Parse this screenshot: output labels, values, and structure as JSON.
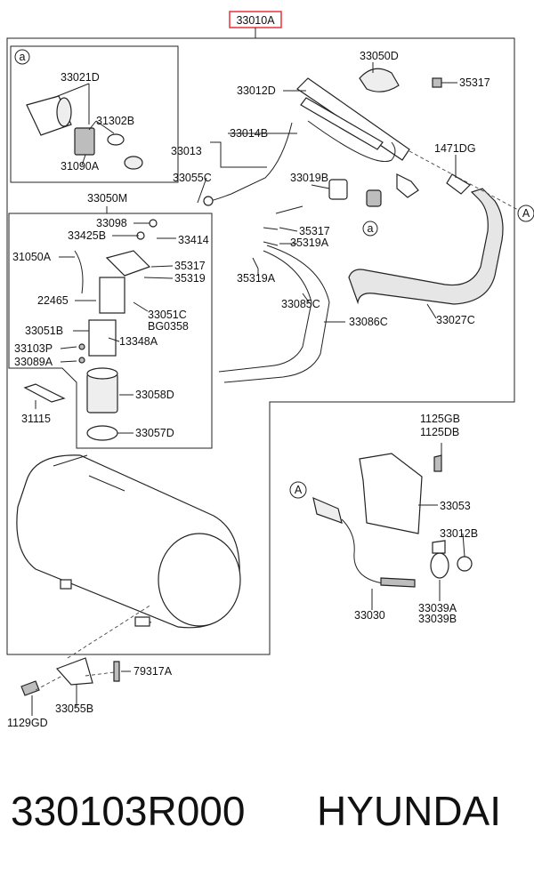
{
  "diagram": {
    "main_part_label": "33010A",
    "highlight_color": "#e8323a",
    "inset_marker": "a",
    "connector_marker": "A",
    "labels": {
      "l33021D": "33021D",
      "l31302B": "31302B",
      "l31090A": "31090A",
      "l33050D": "33050D",
      "l35317a": "35317",
      "l33012D": "33012D",
      "l33013": "33013",
      "l33014B": "33014B",
      "l1471DG": "1471DG",
      "l33055C": "33055C",
      "l33019B": "33019B",
      "l33050M": "33050M",
      "l33098": "33098",
      "l33425B": "33425B",
      "l33414": "33414",
      "l35317b": "35317",
      "l35319Aa": "35319A",
      "l31050A": "31050A",
      "l35317c": "35317",
      "l35319": "35319",
      "l35319Ab": "35319A",
      "l22465": "22465",
      "l33051C": "33051C",
      "lBG0358": "BG0358",
      "l33085C": "33085C",
      "l33086C": "33086C",
      "l33027C": "33027C",
      "l33051B": "33051B",
      "l13348A": "13348A",
      "l33103P": "33103P",
      "l33089A": "33089A",
      "l33058D": "33058D",
      "l31115": "31115",
      "l33057D": "33057D",
      "l1125GB": "1125GB",
      "l1125DB": "1125DB",
      "l33053": "33053",
      "l33012B": "33012B",
      "l33030": "33030",
      "l33039A": "33039A",
      "l33039B": "33039B",
      "l79317A": "79317A",
      "l1129GD": "1129GD",
      "l33055B": "33055B"
    }
  },
  "footer": {
    "part_number": "330103R000",
    "brand": "HYUNDAI"
  }
}
